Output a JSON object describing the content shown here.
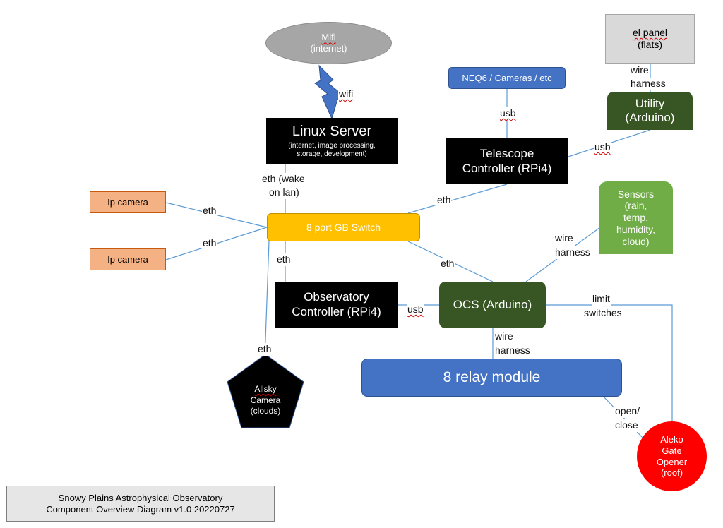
{
  "nodes": {
    "mifi": {
      "line1": "Mifi",
      "line2": "(internet)"
    },
    "linux_server": {
      "title": "Linux Server",
      "sub1": "(internet, image processing,",
      "sub2": "storage, development)"
    },
    "neq6": {
      "text": "NEQ6 / Cameras / etc"
    },
    "el_panel": {
      "line1": "el panel",
      "line2": "(flats)"
    },
    "utility": {
      "line1": "Utility",
      "line2": "(Arduino)"
    },
    "telescope_controller": {
      "line1": "Telescope",
      "line2": "Controller (RPi4)"
    },
    "sensors": {
      "line1": "Sensors",
      "line2": "(rain,",
      "line3": "temp,",
      "line4": "humidity,",
      "line5": "cloud)"
    },
    "ip_camera_1": {
      "text": "Ip camera"
    },
    "ip_camera_2": {
      "text": "Ip camera"
    },
    "switch": {
      "text": "8 port GB Switch"
    },
    "observatory_controller": {
      "line1": "Observatory",
      "line2": "Controller (RPi4)"
    },
    "ocs": {
      "text": "OCS (Arduino)"
    },
    "relay_module": {
      "text": "8 relay module"
    },
    "allsky": {
      "line1": "Allsky",
      "line2": "Camera",
      "line3": "(clouds)"
    },
    "aleko": {
      "line1": "Aleko",
      "line2": "Gate",
      "line3": "Opener",
      "line4": "(roof)"
    }
  },
  "edge_labels": {
    "wifi": "wifi",
    "eth_wake_line1": "eth (wake",
    "eth_wake_line2": "on lan)",
    "usb_neq6": "usb",
    "wire_harness_elpanel_1": "wire",
    "wire_harness_elpanel_2": "harness",
    "usb_utility": "usb",
    "eth_telescope": "eth",
    "eth_ipcam1": "eth",
    "eth_ipcam2": "eth",
    "eth_obsctl": "eth",
    "eth_ocs": "eth",
    "wire_harness_sensors_1": "wire",
    "wire_harness_sensors_2": "harness",
    "usb_obs_ocs": "usb",
    "limit_switches_1": "limit",
    "limit_switches_2": "switches",
    "wire_harness_relay_1": "wire",
    "wire_harness_relay_2": "harness",
    "eth_allsky": "eth",
    "open_close_1": "open/",
    "open_close_2": "close"
  },
  "caption": {
    "line1": "Snowy Plains Astrophysical Observatory",
    "line2": "Component Overview Diagram v1.0 20220727"
  },
  "colors": {
    "black_box": "#000000",
    "switch": "#ffc000",
    "blue_box": "#4472c4",
    "dark_green": "#375623",
    "light_green": "#70ad47",
    "ip_camera": "#f4b183",
    "gray_box": "#d9d9d9",
    "mifi": "#a6a6a6",
    "aleko": "#ff0000",
    "connector": "#5b9bd5"
  }
}
